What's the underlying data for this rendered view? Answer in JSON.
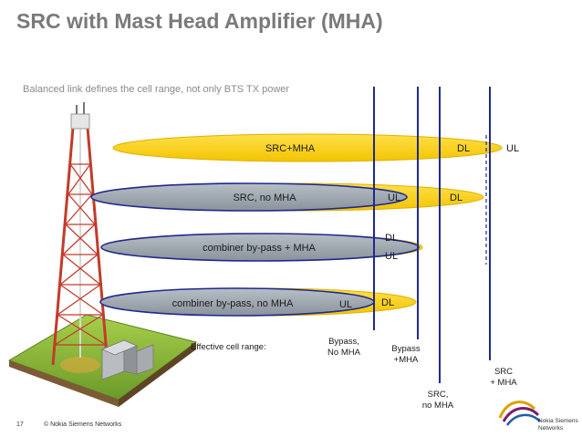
{
  "slide": {
    "title": "SRC with Mast Head Amplifier (MHA)",
    "subtitle": "Balanced link defines the cell range, not only BTS TX power",
    "page_number": "17",
    "copyright": "© Nokia Siemens Networks",
    "logo_text_line1": "Nokia Siemens",
    "logo_text_line2": "Networks"
  },
  "diagram": {
    "rows": [
      {
        "label": "SRC+MHA",
        "markers": [
          "DL",
          "UL"
        ]
      },
      {
        "label": "SRC, no MHA",
        "markers": [
          "UL",
          "DL"
        ]
      },
      {
        "label": "combiner by-pass + MHA",
        "markers": [
          "DL",
          "UL"
        ]
      },
      {
        "label": "combiner by-pass, no MHA",
        "markers": [
          "UL",
          "DL"
        ]
      }
    ],
    "range_caption": "Effective cell range:",
    "range_lines": [
      {
        "line1": "Bypass,",
        "line2": "No MHA"
      },
      {
        "line1": "Bypass",
        "line2": "+MHA"
      },
      {
        "line1": "SRC,",
        "line2": "no MHA"
      },
      {
        "line1": "SRC",
        "line2": "+ MHA"
      }
    ],
    "colors": {
      "yellow": "#ffd200",
      "grey": "#9aa3ac",
      "line": "#1f2a8c"
    }
  }
}
